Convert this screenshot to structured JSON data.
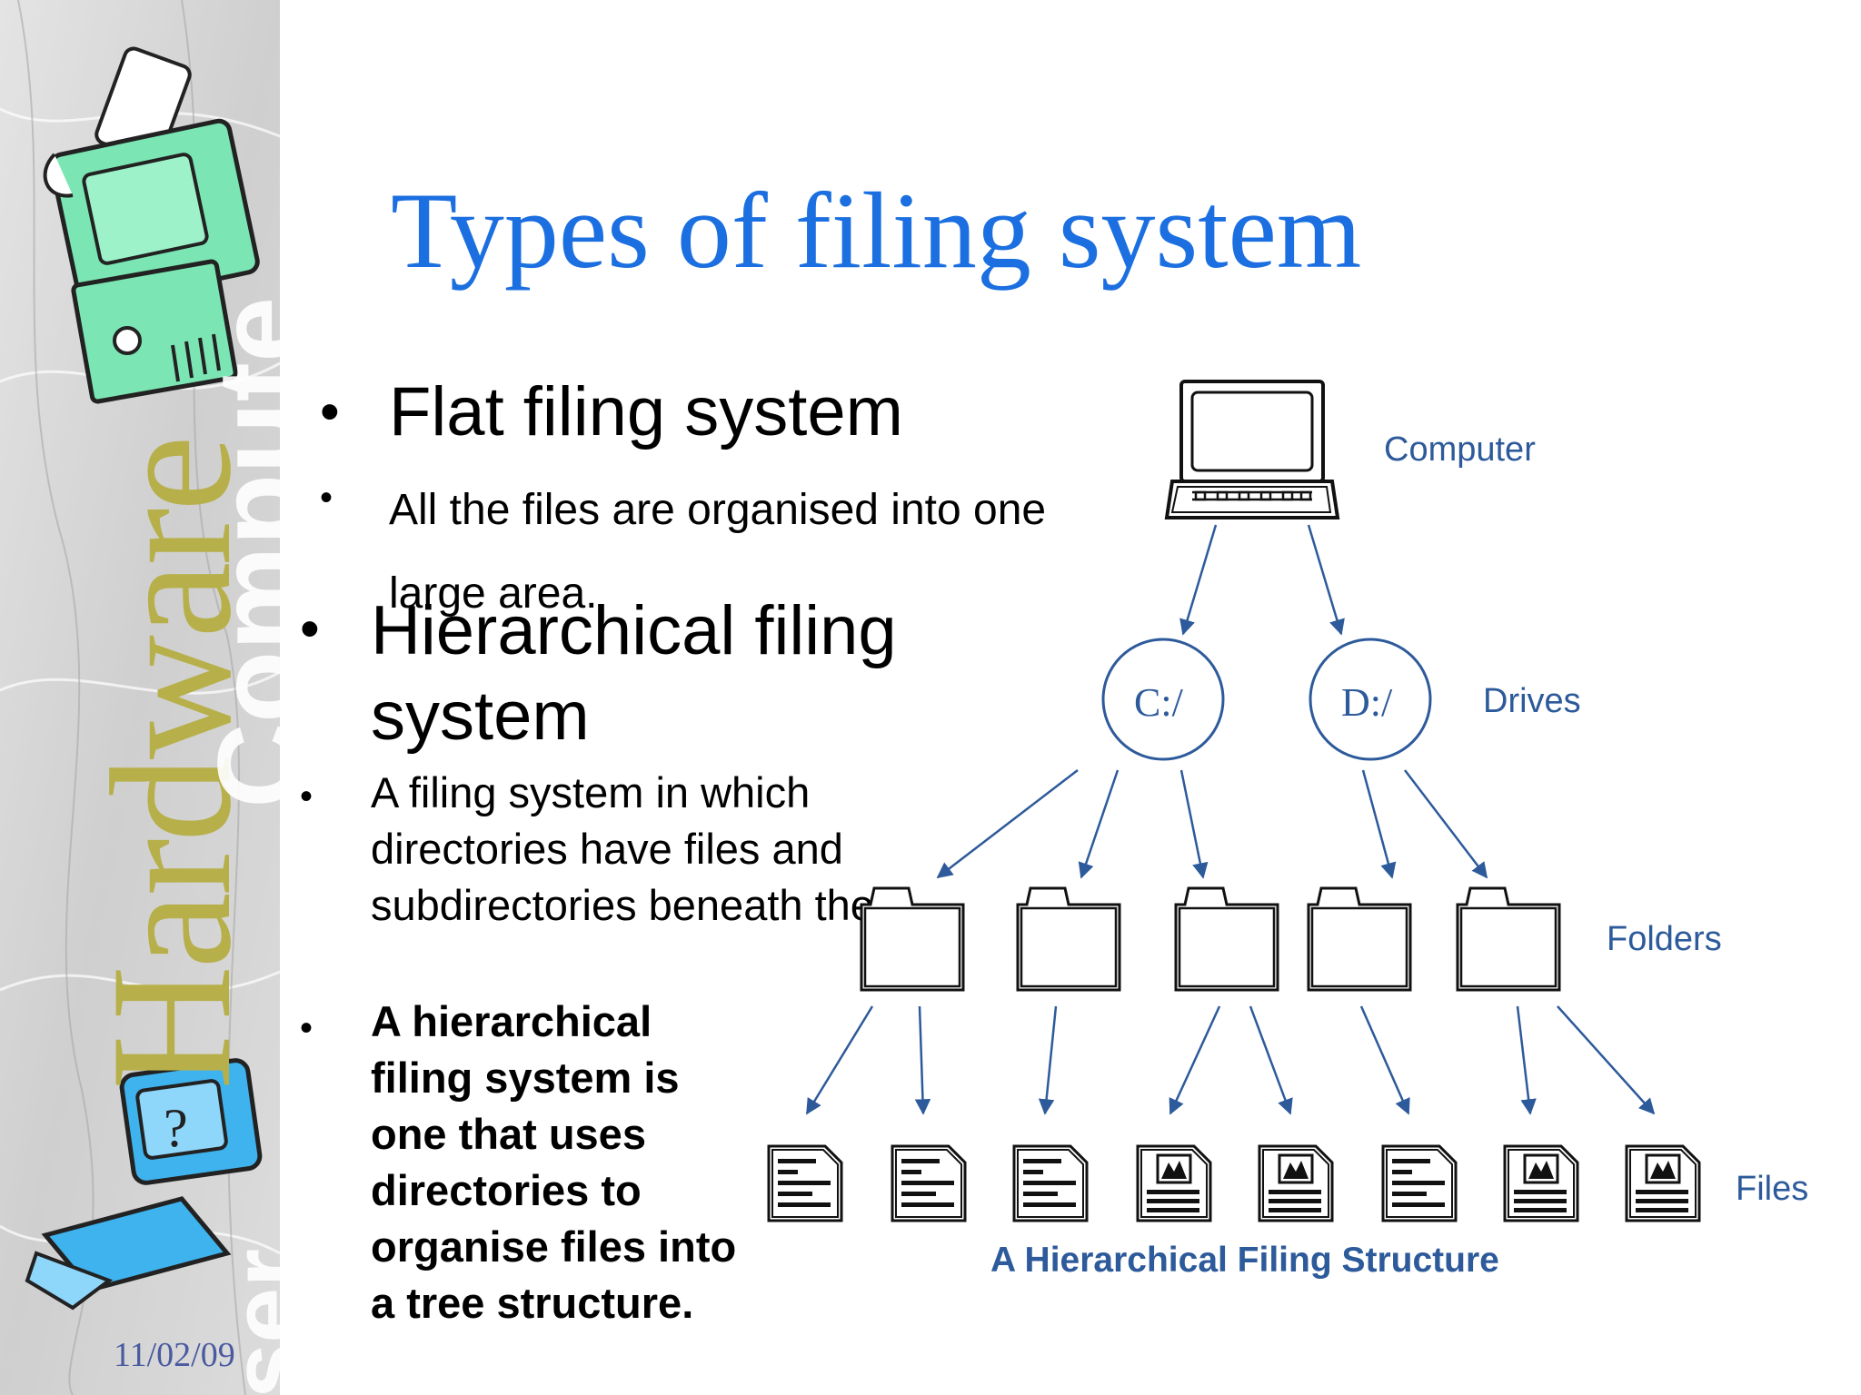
{
  "sidebar": {
    "text_yellow": "Hardware",
    "text_white": "Compute",
    "text_white2": "ser",
    "date": "11/02/09"
  },
  "title": "Types of filing system",
  "bullets": {
    "flat": {
      "heading": "Flat filing system",
      "sub": "All the files are organised into one large area."
    },
    "hierarchical": {
      "heading": "Hierarchical filing system",
      "sub1": "A filing system in which directories have files and subdirectories beneath them.",
      "sub2": "A hierarchical filing system is one that uses directories to organise files into a tree structure."
    }
  },
  "diagram": {
    "labels": {
      "computer": "Computer",
      "drives": "Drives",
      "folders": "Folders",
      "files": "Files"
    },
    "drives": [
      "C:/",
      "D:/"
    ],
    "caption": "A Hierarchical Filing Structure",
    "accent_color": "#2d5a9a",
    "file_icons": [
      "text",
      "text",
      "text",
      "picture",
      "picture",
      "text",
      "picture",
      "picture"
    ]
  },
  "colors": {
    "title": "#1c6fe0",
    "diagram_text": "#2d5a9a",
    "sidebar_yellow": "#b7b04a"
  }
}
